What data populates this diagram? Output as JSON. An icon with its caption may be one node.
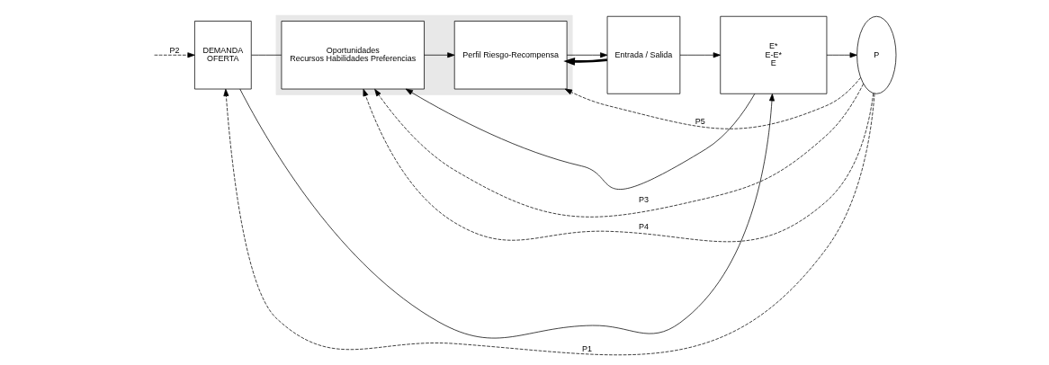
{
  "diagram": {
    "nodes": [
      {
        "text": [],
        "shape": "box"
      },
      {
        "text": [
          "DEMANDA",
          "OFERTA"
        ]
      },
      {
        "text": [
          "Oportunidades",
          "Recursos Habilidades Preferencias"
        ],
        "in": 0
      },
      {
        "text": [
          "Perfil Riesgo-Recompensa"
        ],
        "in": 0
      },
      {
        "text": [
          "Entrada / Salida"
        ]
      },
      {
        "text": [
          "E*",
          "E-E*",
          "E"
        ]
      },
      {
        "text": [
          "P"
        ]
      }
    ],
    "edges": [
      {
        "from": 1,
        "to": 2,
        "arrow": "none"
      },
      {
        "from": 2,
        "to": 3,
        "arrow": "to"
      },
      {
        "from": 3,
        "to": 4,
        "arrow": "to"
      },
      {
        "from": 4,
        "to": 5,
        "arrow": "to"
      },
      {
        "from": 5,
        "to": 6,
        "arrow": "to"
      },
      {
        "from": 6,
        "to": 1,
        "arrow": "to",
        "label": "P1",
        "style": "dashed"
      },
      {
        "from": 1,
        "to": 5,
        "arrow": "to"
      },
      {
        "from": 4,
        "to": 3,
        "arrow": "to",
        "style": "thick"
      },
      {
        "from": 5,
        "to": 2,
        "arrow": "to"
      },
      {
        "from": null,
        "to": 1,
        "arrow": "to",
        "label": "P2",
        "style": "dashed"
      },
      {
        "from": 6,
        "to": 2,
        "arrow": "to",
        "label": "P3",
        "style": "dashed"
      },
      {
        "from": 6,
        "to": 2,
        "arrow": "to",
        "label": "P4",
        "style": "dashed"
      },
      {
        "from": 6,
        "to": 3,
        "arrow": "to",
        "label": "P5",
        "style": "dashed"
      }
    ]
  }
}
